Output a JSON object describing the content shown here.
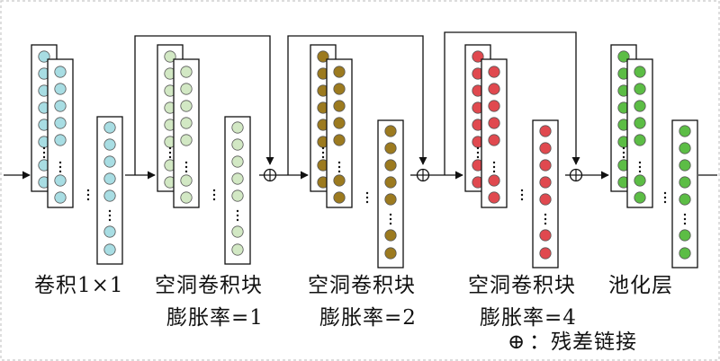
{
  "labels": {
    "conv": "卷积1×1",
    "block_title": "空洞卷积块",
    "block1_rate": "膨胀率=1",
    "block2_rate": "膨胀率=2",
    "block3_rate": "膨胀率=4",
    "pool": "池化层",
    "legend_symbol": "⊕",
    "legend_text": "：残差链接"
  },
  "colors": {
    "border": "#c8c8c8",
    "line": "#111111",
    "conv": "#a8dde3",
    "block1": "#d2e8c4",
    "block2": "#9c7a1f",
    "block3": "#e0494f",
    "pool": "#5cbd45"
  }
}
